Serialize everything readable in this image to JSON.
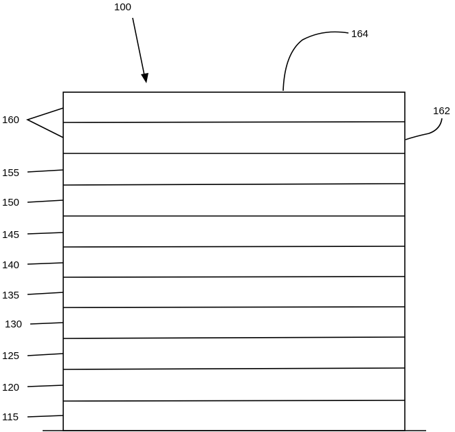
{
  "figure": {
    "device_ref": "100",
    "top_surface_ref": "164",
    "side_surface_ref": "162",
    "bracket_ref": "160",
    "layers": [
      {
        "ref": "160"
      },
      {
        "ref": "160"
      },
      {
        "ref": "155"
      },
      {
        "ref": "150"
      },
      {
        "ref": "145"
      },
      {
        "ref": "140"
      },
      {
        "ref": "135"
      },
      {
        "ref": "130"
      },
      {
        "ref": "125"
      },
      {
        "ref": "120"
      },
      {
        "ref": "115"
      }
    ]
  }
}
